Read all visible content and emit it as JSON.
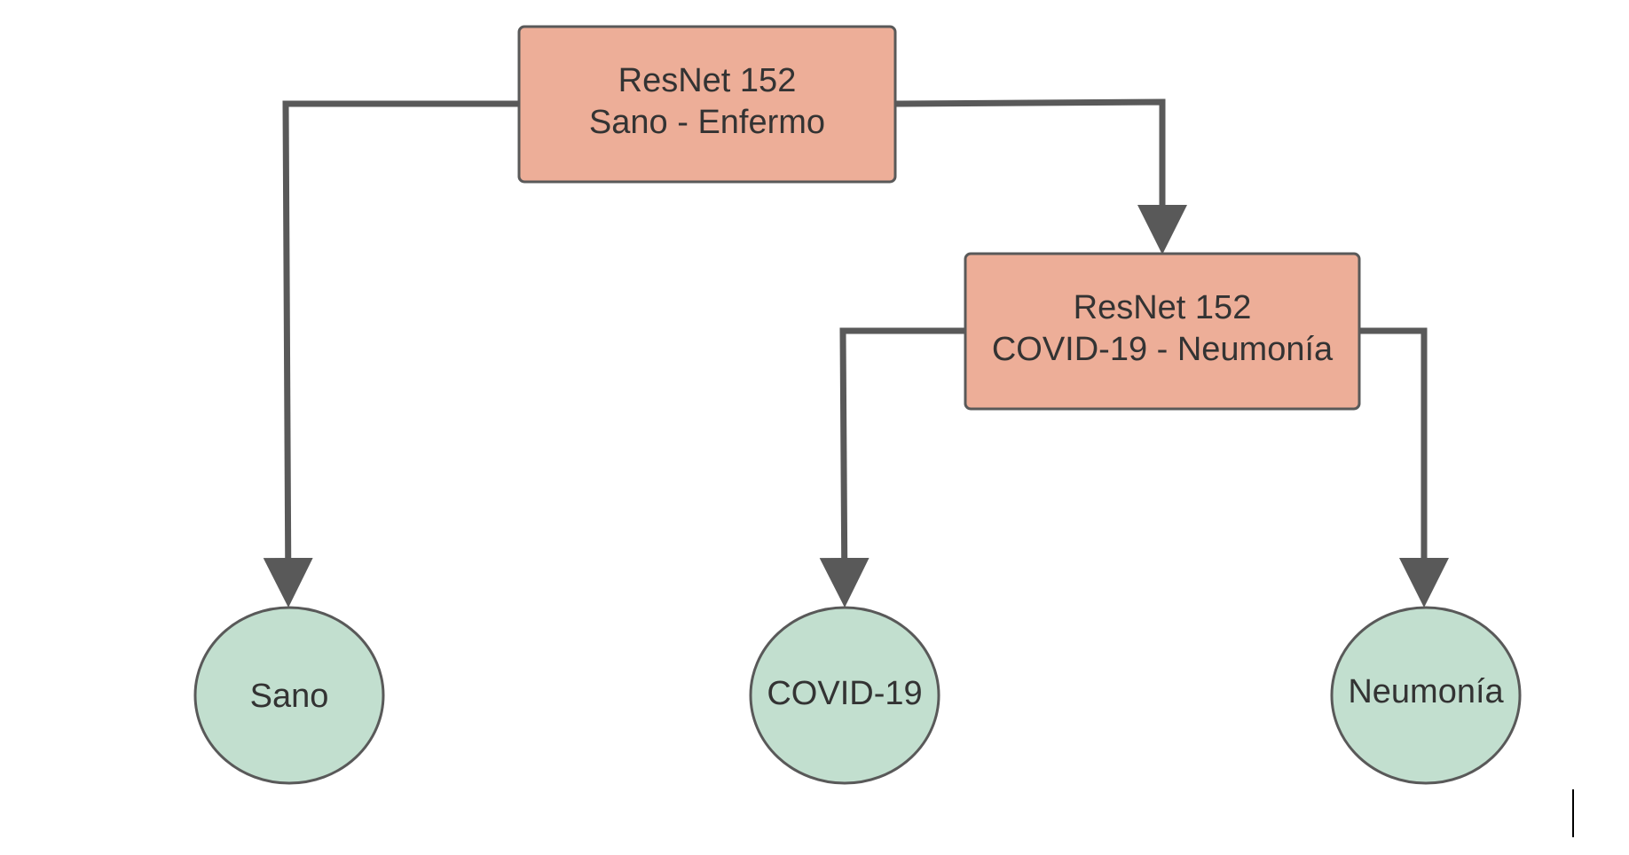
{
  "colors": {
    "box_fill": "#edae98",
    "circle_fill": "#c2dfcf",
    "stroke": "#595959",
    "text": "#333333",
    "background": "#ffffff"
  },
  "nodes": {
    "root": {
      "line1": "ResNet 152",
      "line2": "Sano - Enfermo"
    },
    "second": {
      "line1": "ResNet 152",
      "line2": "COVID-19 - Neumonía"
    },
    "leaf_sano": {
      "label": "Sano"
    },
    "leaf_covid": {
      "label": "COVID-19"
    },
    "leaf_neumonia": {
      "label": "Neumonía"
    }
  },
  "edges": [
    {
      "from": "root",
      "to": "leaf_sano"
    },
    {
      "from": "root",
      "to": "second"
    },
    {
      "from": "second",
      "to": "leaf_covid"
    },
    {
      "from": "second",
      "to": "leaf_neumonia"
    }
  ]
}
